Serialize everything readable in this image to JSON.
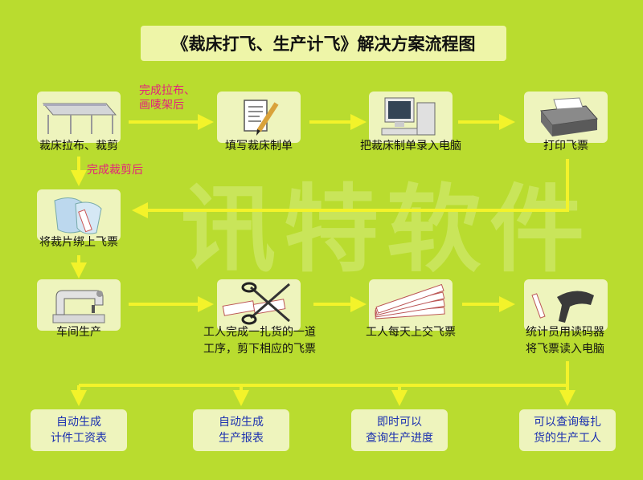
{
  "title": "《裁床打飞、生产计飞》解决方案流程图",
  "watermark": "讯特软件",
  "notes": {
    "note1_line1": "完成拉布、",
    "note1_line2": "画唛架后",
    "note2": "完成裁剪后"
  },
  "steps": [
    {
      "label": "裁床拉布、裁剪",
      "icon": "cutting-table-icon"
    },
    {
      "label": "填写裁床制单",
      "icon": "paper-pencil-icon"
    },
    {
      "label": "把裁床制单录入电脑",
      "icon": "computer-icon"
    },
    {
      "label": "打印飞票",
      "icon": "printer-icon"
    },
    {
      "label": "将裁片绑上飞票",
      "icon": "fabric-pieces-icon"
    },
    {
      "label": "车间生产",
      "icon": "sewing-machine-icon"
    },
    {
      "label_line1": "工人完成一扎货的一道",
      "label_line2": "工序，剪下相应的飞票",
      "icon": "scissors-icon"
    },
    {
      "label": "工人每天上交飞票",
      "icon": "tickets-fan-icon"
    },
    {
      "label_line1": "统计员用读码器",
      "label_line2": "将飞票读入电脑",
      "icon": "barcode-scanner-icon"
    }
  ],
  "outputs": [
    {
      "line1": "自动生成",
      "line2": "计件工资表"
    },
    {
      "line1": "自动生成",
      "line2": "生产报表"
    },
    {
      "line1": "即时可以",
      "line2": "查询生产进度"
    },
    {
      "line1": "可以查询每扎",
      "line2": "货的生产工人"
    }
  ],
  "colors": {
    "background": "#b9dc2f",
    "box": "#eef4bd",
    "arrow": "#f3f32a",
    "note": "#e4227b",
    "output_text": "#1a2fb0"
  }
}
